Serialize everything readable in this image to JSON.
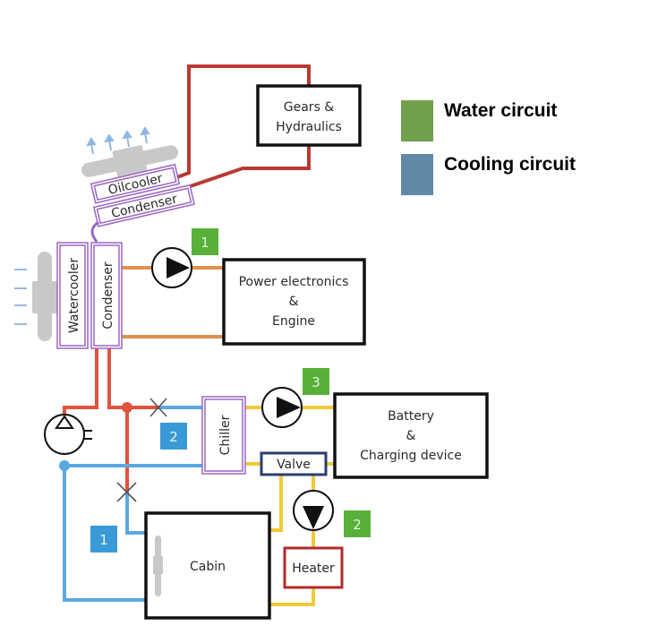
{
  "legend": {
    "items": [
      {
        "label": "Water circuit",
        "color": "#70a14a"
      },
      {
        "label": "Cooling circuit",
        "color": "#6089a8"
      }
    ]
  },
  "components": {
    "gears": {
      "line1": "Gears &",
      "line2": "Hydraulics"
    },
    "power": {
      "line1": "Power electronics",
      "line2": "&",
      "line3": "Engine"
    },
    "battery": {
      "line1": "Battery",
      "line2": "&",
      "line3": "Charging device"
    },
    "cabin": "Cabin",
    "heater": "Heater",
    "valve": "Valve",
    "chiller": "Chiller",
    "oilcooler": "Oilcooler",
    "condenser_top": "Condenser",
    "watercooler": "Watercooler",
    "condenser_side": "Condenser"
  },
  "badges": {
    "water": [
      "1",
      "3",
      "2"
    ],
    "cooling": [
      "2",
      "1"
    ]
  },
  "colors": {
    "oil_line": "#b83a32",
    "refrigerant_line": "#e0533d",
    "water_line_orange": "#e0904a",
    "water_line_yellow": "#f0c93a",
    "cooling_line": "#5aa8e0",
    "heat_exchanger": "#9a66c2",
    "valve_border": "#2c3e6e",
    "heater_border": "#b32a2a",
    "badge_water": "#58b03a",
    "badge_cooling": "#3a9ad8",
    "fan": "#c8c8c8"
  }
}
